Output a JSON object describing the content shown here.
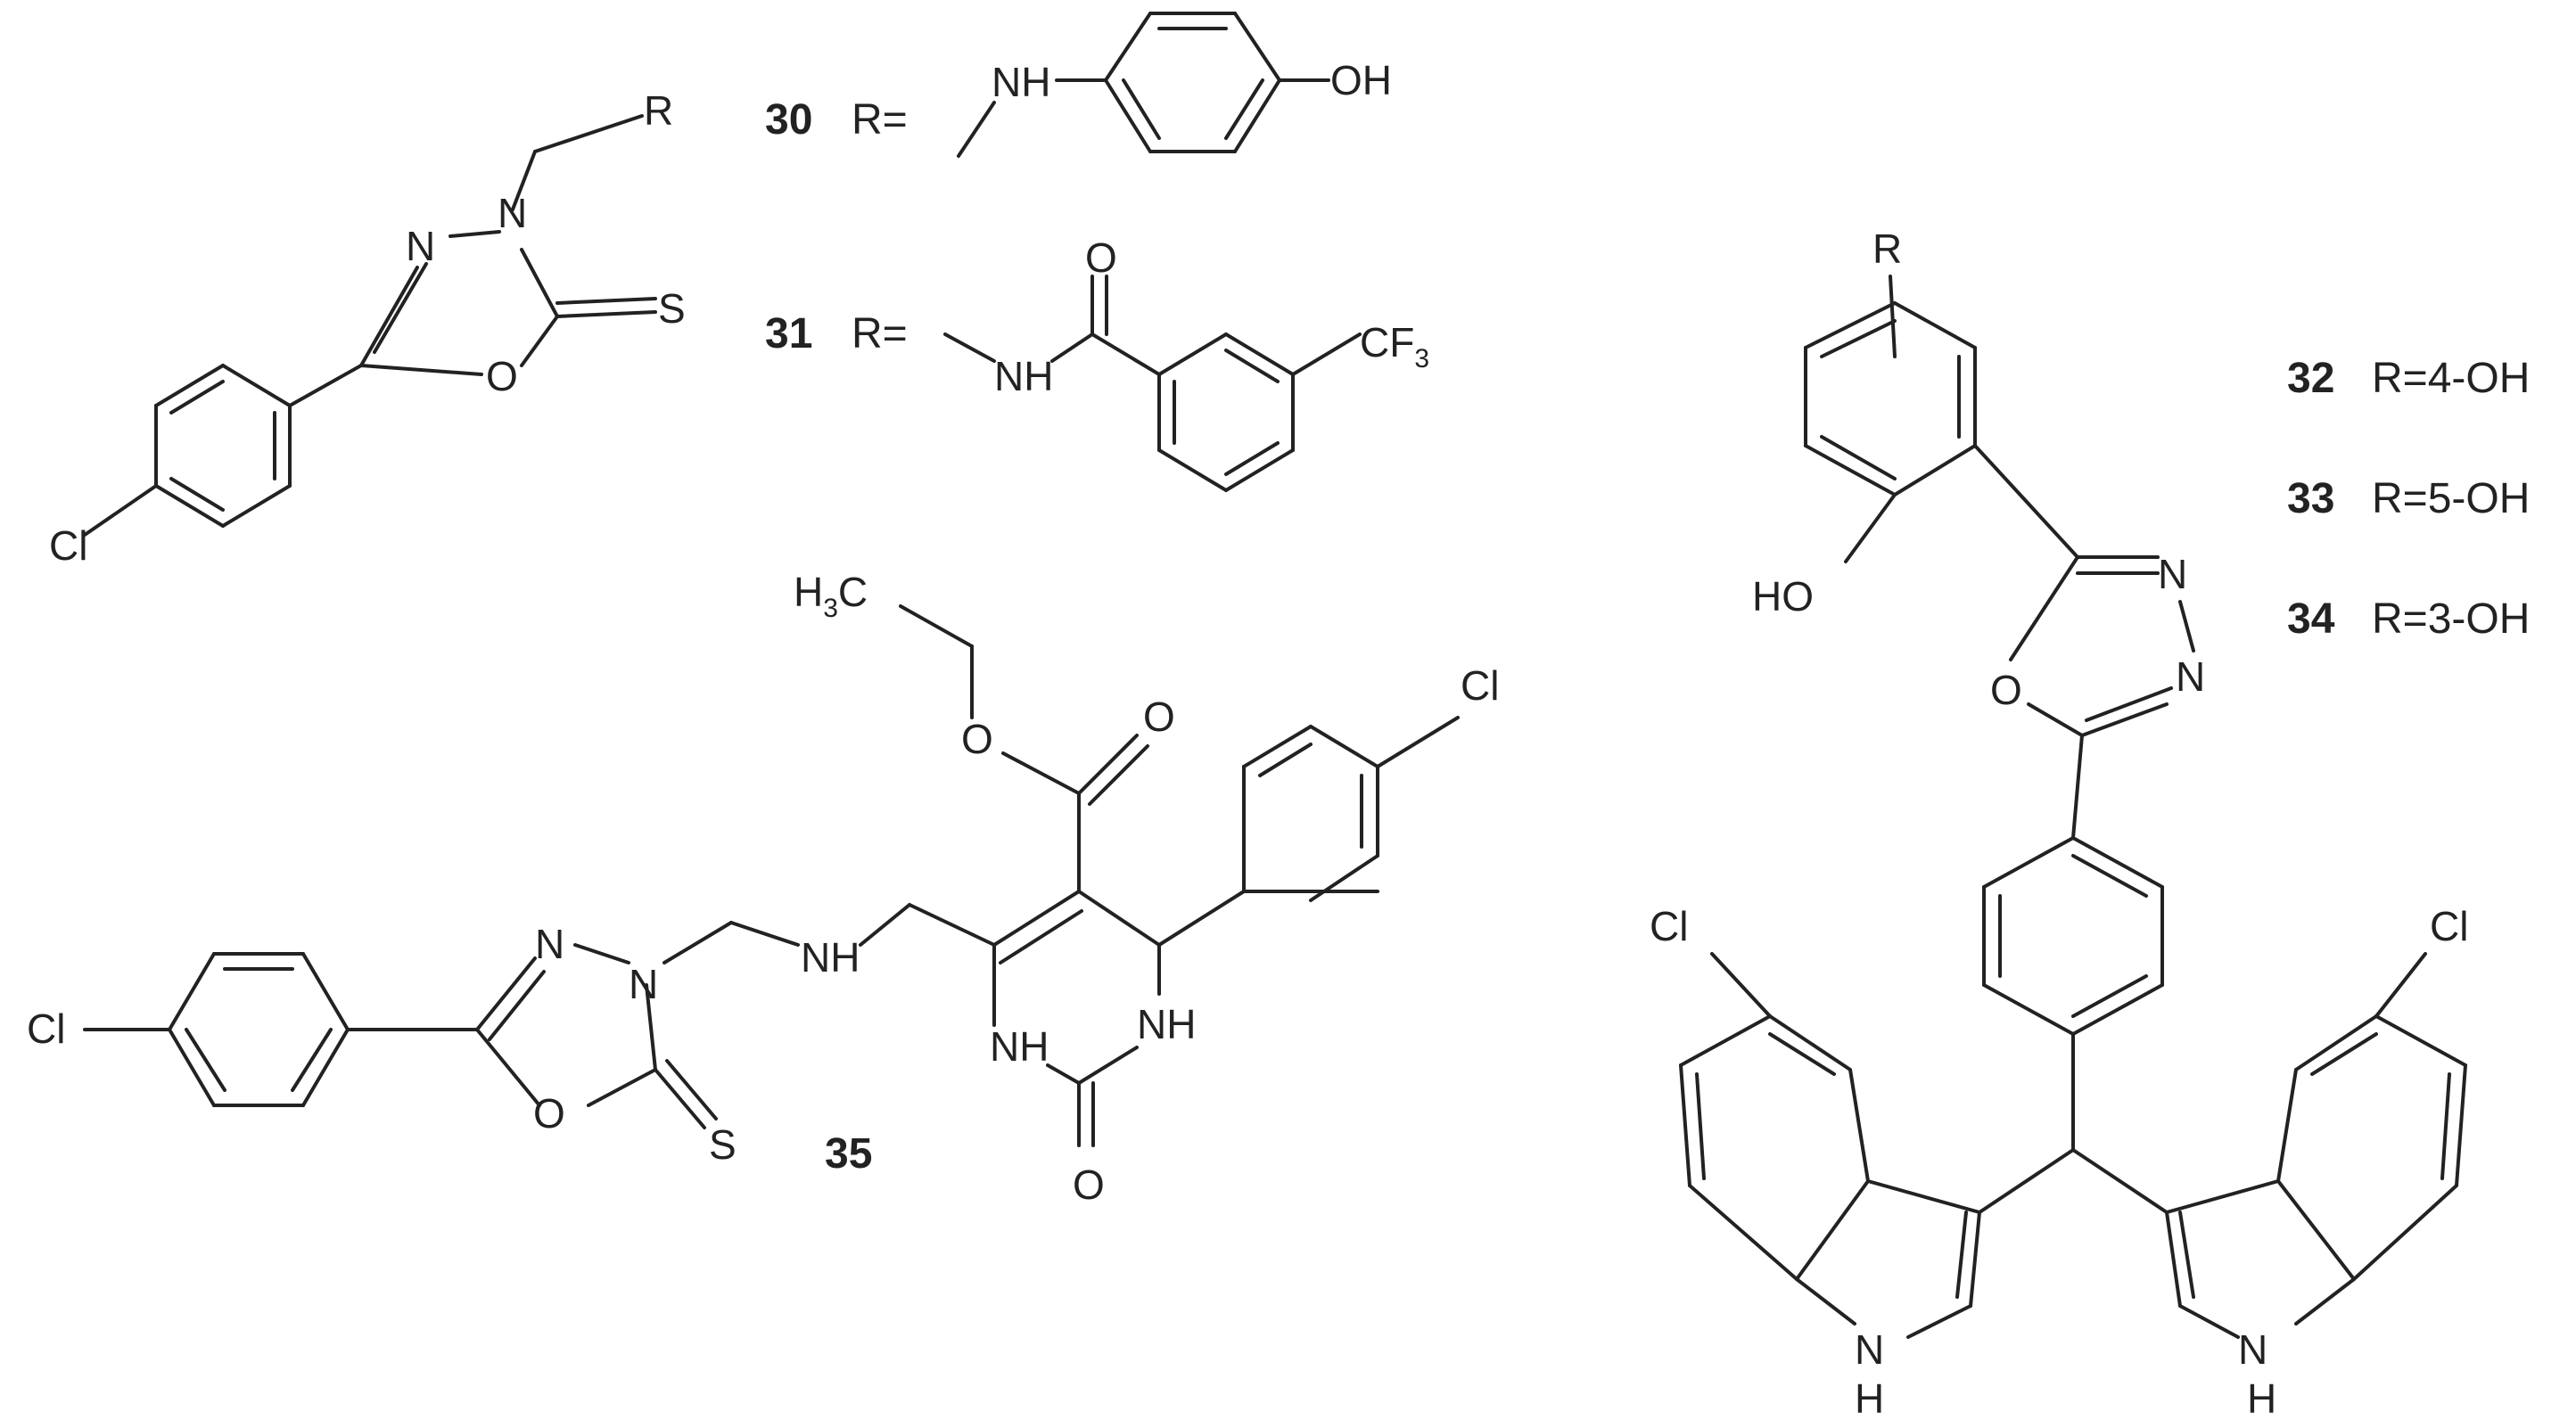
{
  "compounds": [
    {
      "number": "30",
      "r_prefix": "R=",
      "r_groups": [
        "NH",
        "OH"
      ]
    },
    {
      "number": "31",
      "r_prefix": "R=",
      "r_groups": [
        "NH",
        "CF",
        "3"
      ]
    },
    {
      "number": "32",
      "r_label": "R=4-OH"
    },
    {
      "number": "33",
      "r_label": "R=5-OH"
    },
    {
      "number": "34",
      "r_label": "R=3-OH"
    },
    {
      "number": "35"
    }
  ],
  "atoms": {
    "r": "R",
    "n": "N",
    "o": "O",
    "s": "S",
    "cl": "Cl",
    "nh": "NH",
    "oh": "OH",
    "ho": "HO",
    "h": "H",
    "h3c_h": "H",
    "h3c_sub": "3",
    "h3c_c": "C"
  },
  "colors": {
    "ink": "#222222",
    "background": "#ffffff"
  }
}
